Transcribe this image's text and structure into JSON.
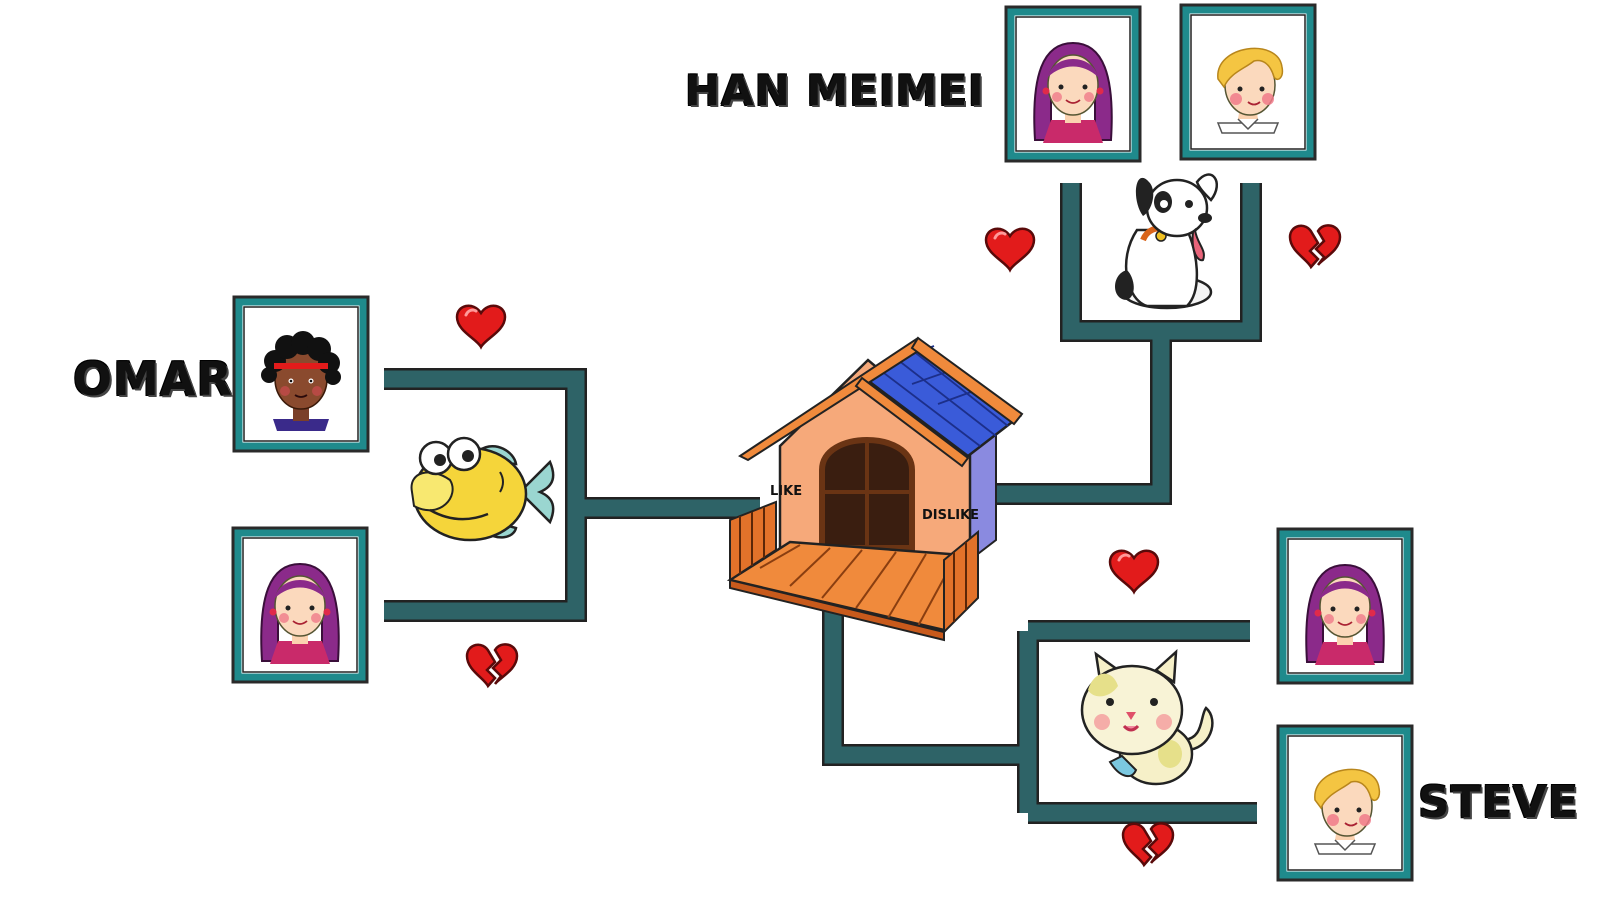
{
  "people": {
    "omar": "OMAR",
    "han_meimei": "HAN MEIMEI",
    "steve": "STEVE"
  },
  "house": {
    "like_label": "LIKE",
    "dislike_label": "DISLIKE"
  },
  "icons": [
    "heart-icon",
    "broken-heart-icon",
    "fish-icon",
    "dog-icon",
    "cat-icon",
    "house-icon"
  ],
  "colors": {
    "connector": "#2e6367",
    "frame": "#1f8a8c",
    "heart": "#e21b1b",
    "roof": "#3a5bd9",
    "house_wall": "#f6a97a",
    "deck": "#f08a3c"
  }
}
